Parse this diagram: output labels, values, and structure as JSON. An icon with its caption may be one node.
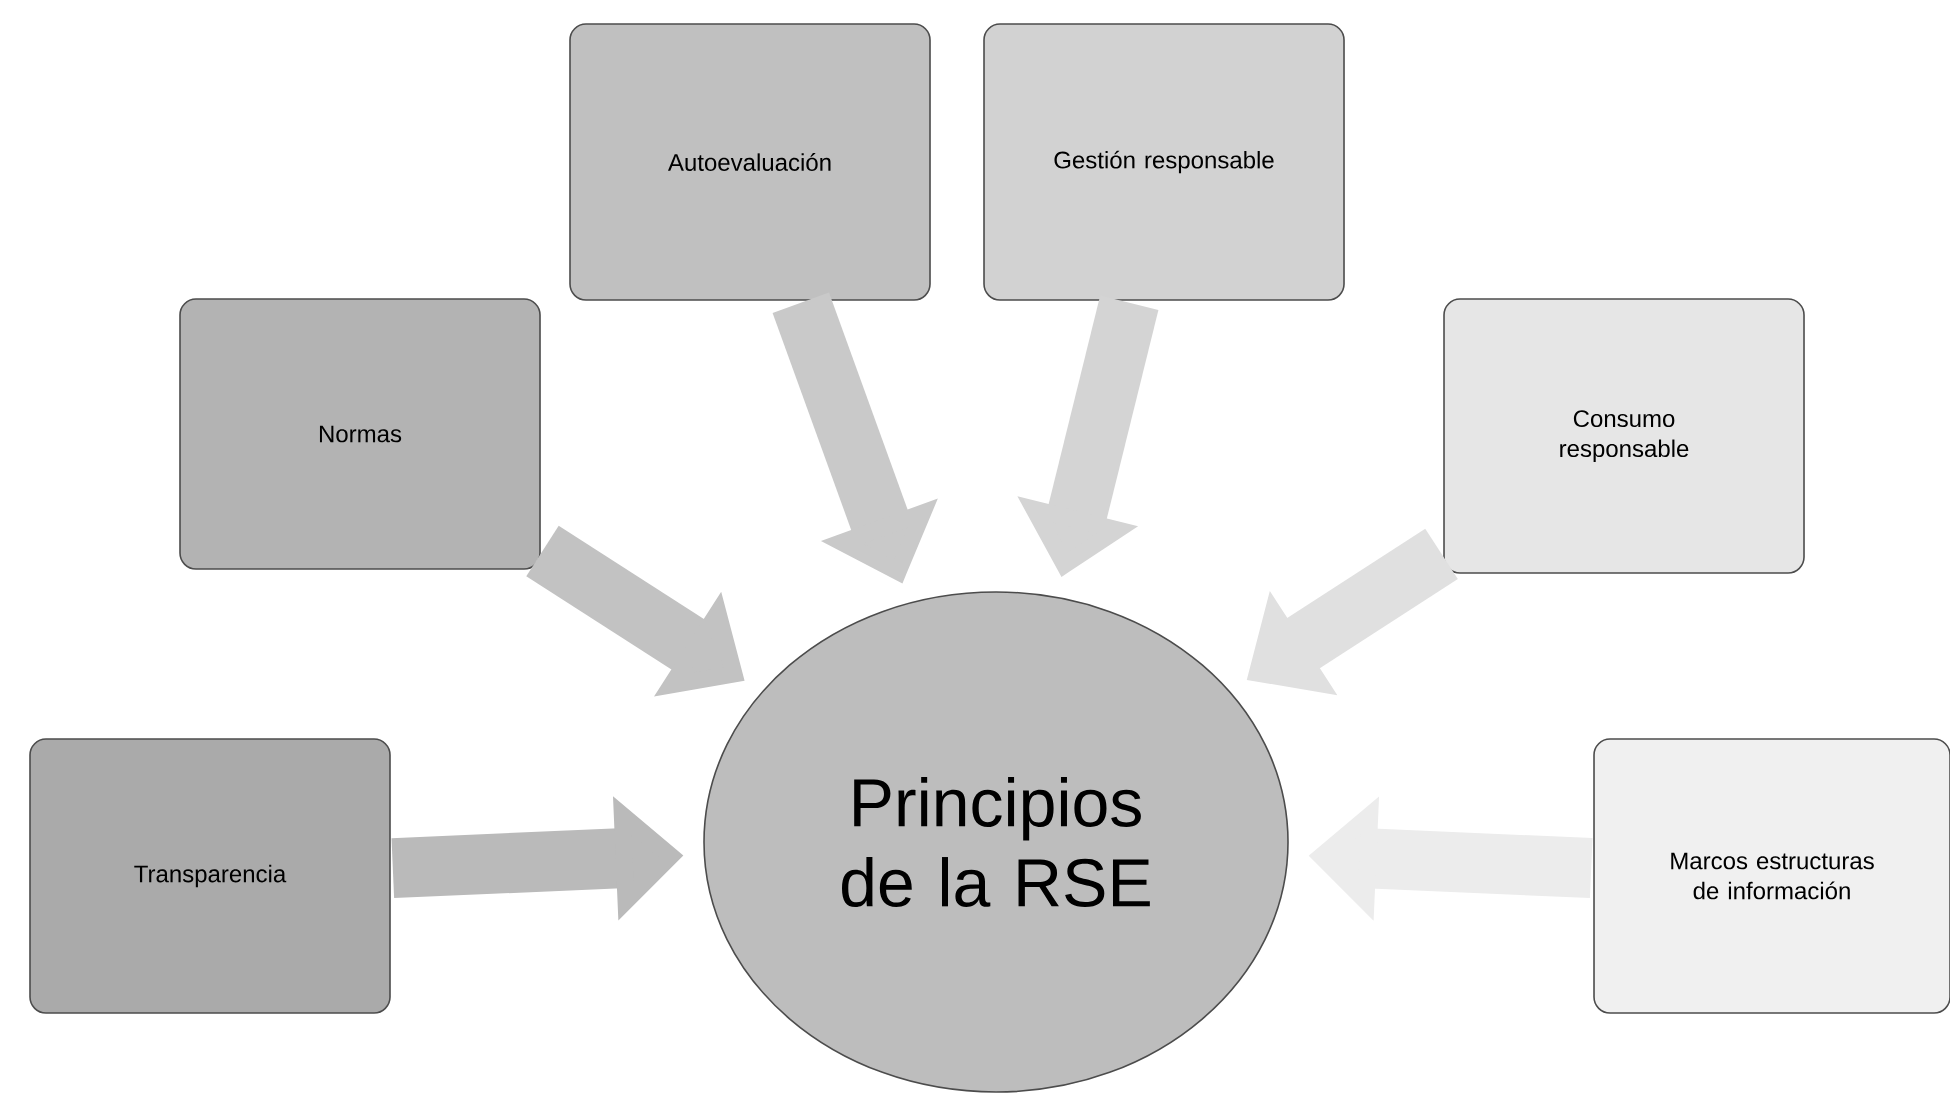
{
  "diagram": {
    "nodes": [
      {
        "text": [
          "Autoevaluación"
        ]
      },
      {
        "text": [
          "Gestión responsable"
        ]
      },
      {
        "text": [
          "Normas"
        ]
      },
      {
        "text": [
          "Consumo responsable"
        ]
      },
      {
        "text": [
          "Transparencia"
        ]
      },
      {
        "text": [
          "Principios de la RSE"
        ]
      },
      {
        "text": [
          "Marcos estructuras de información"
        ]
      }
    ],
    "edges": [
      {
        "from": 0,
        "to": 5,
        "arrow": "to"
      },
      {
        "from": 1,
        "to": 5,
        "arrow": "to"
      },
      {
        "from": 2,
        "to": 5,
        "arrow": "to"
      },
      {
        "from": 3,
        "to": 5,
        "arrow": "to"
      },
      {
        "from": 4,
        "to": 5,
        "arrow": "to"
      },
      {
        "from": 6,
        "to": 5,
        "arrow": "to"
      }
    ]
  }
}
